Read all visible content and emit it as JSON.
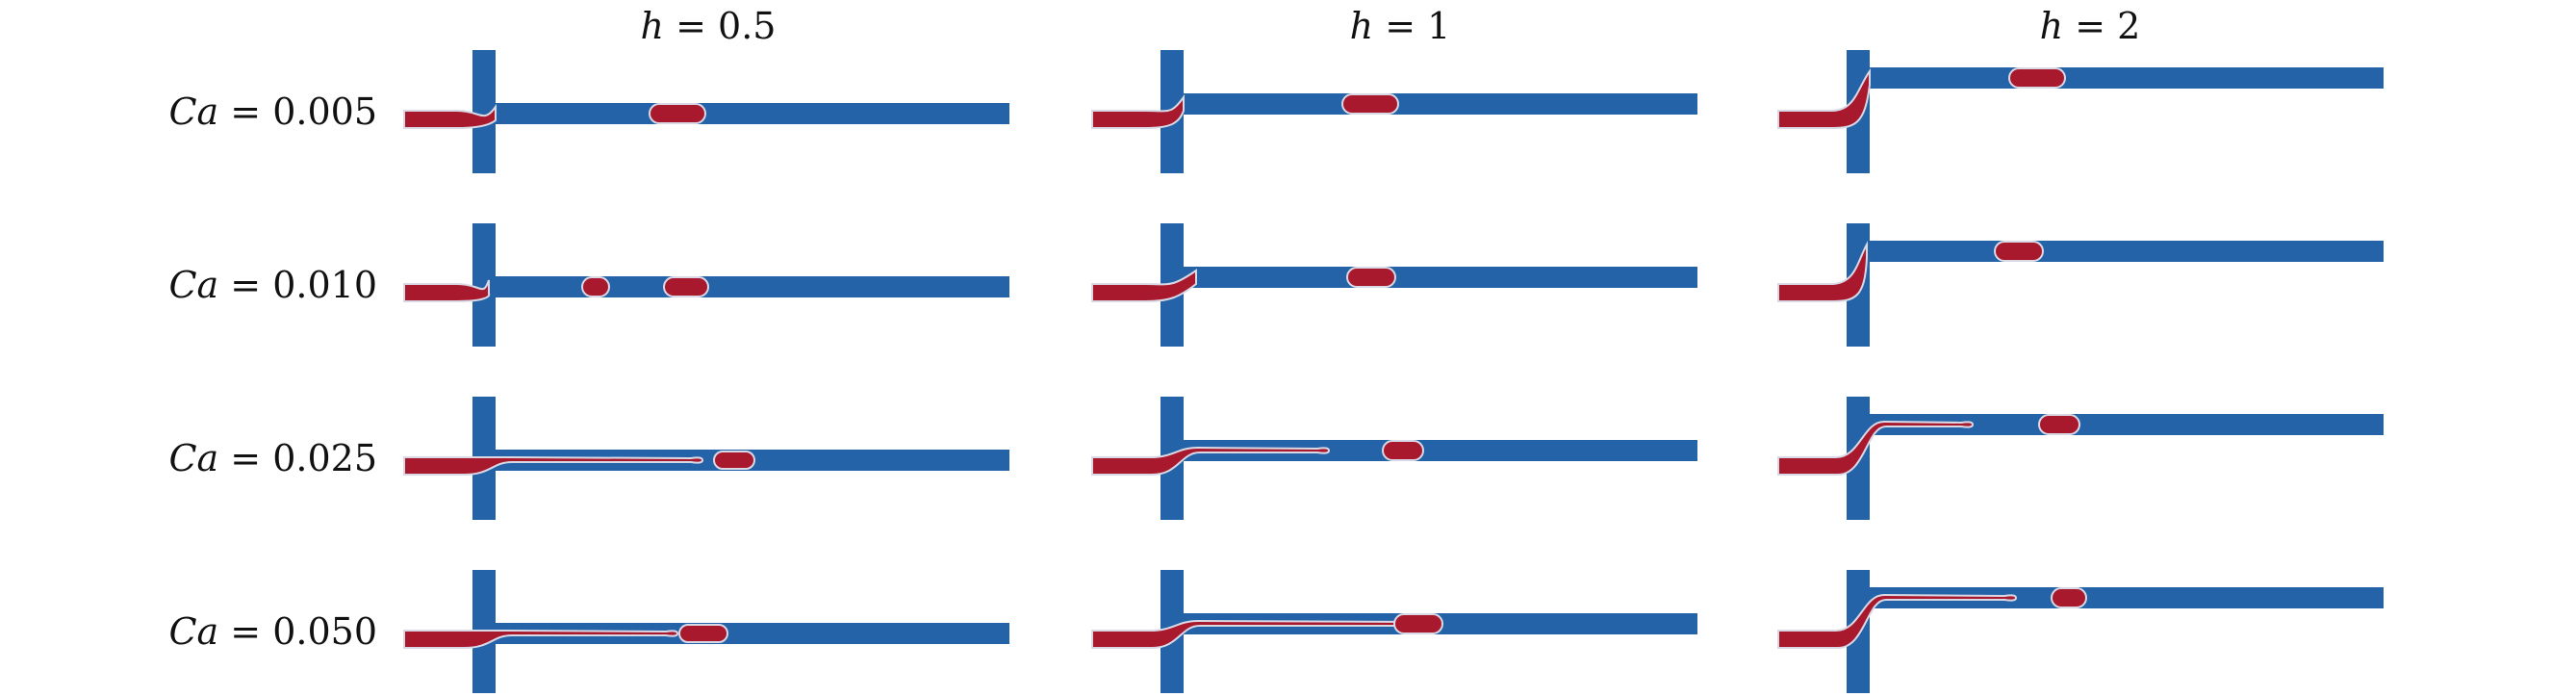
{
  "colors": {
    "channel": "#2563a8",
    "droplet": "#a8192e",
    "interface": "#d9d9e6",
    "background": "#ffffff"
  },
  "columns": [
    {
      "var": "h",
      "eq": " = ",
      "val": "0.5"
    },
    {
      "var": "h",
      "eq": " = ",
      "val": "1"
    },
    {
      "var": "h",
      "eq": " = ",
      "val": "2"
    }
  ],
  "rows": [
    {
      "var": "Ca",
      "eq": " = ",
      "val": "0.005"
    },
    {
      "var": "Ca",
      "eq": " = ",
      "val": "0.010"
    },
    {
      "var": "Ca",
      "eq": " = ",
      "val": "0.025"
    },
    {
      "var": "Ca",
      "eq": " = ",
      "val": "0.050"
    }
  ]
}
